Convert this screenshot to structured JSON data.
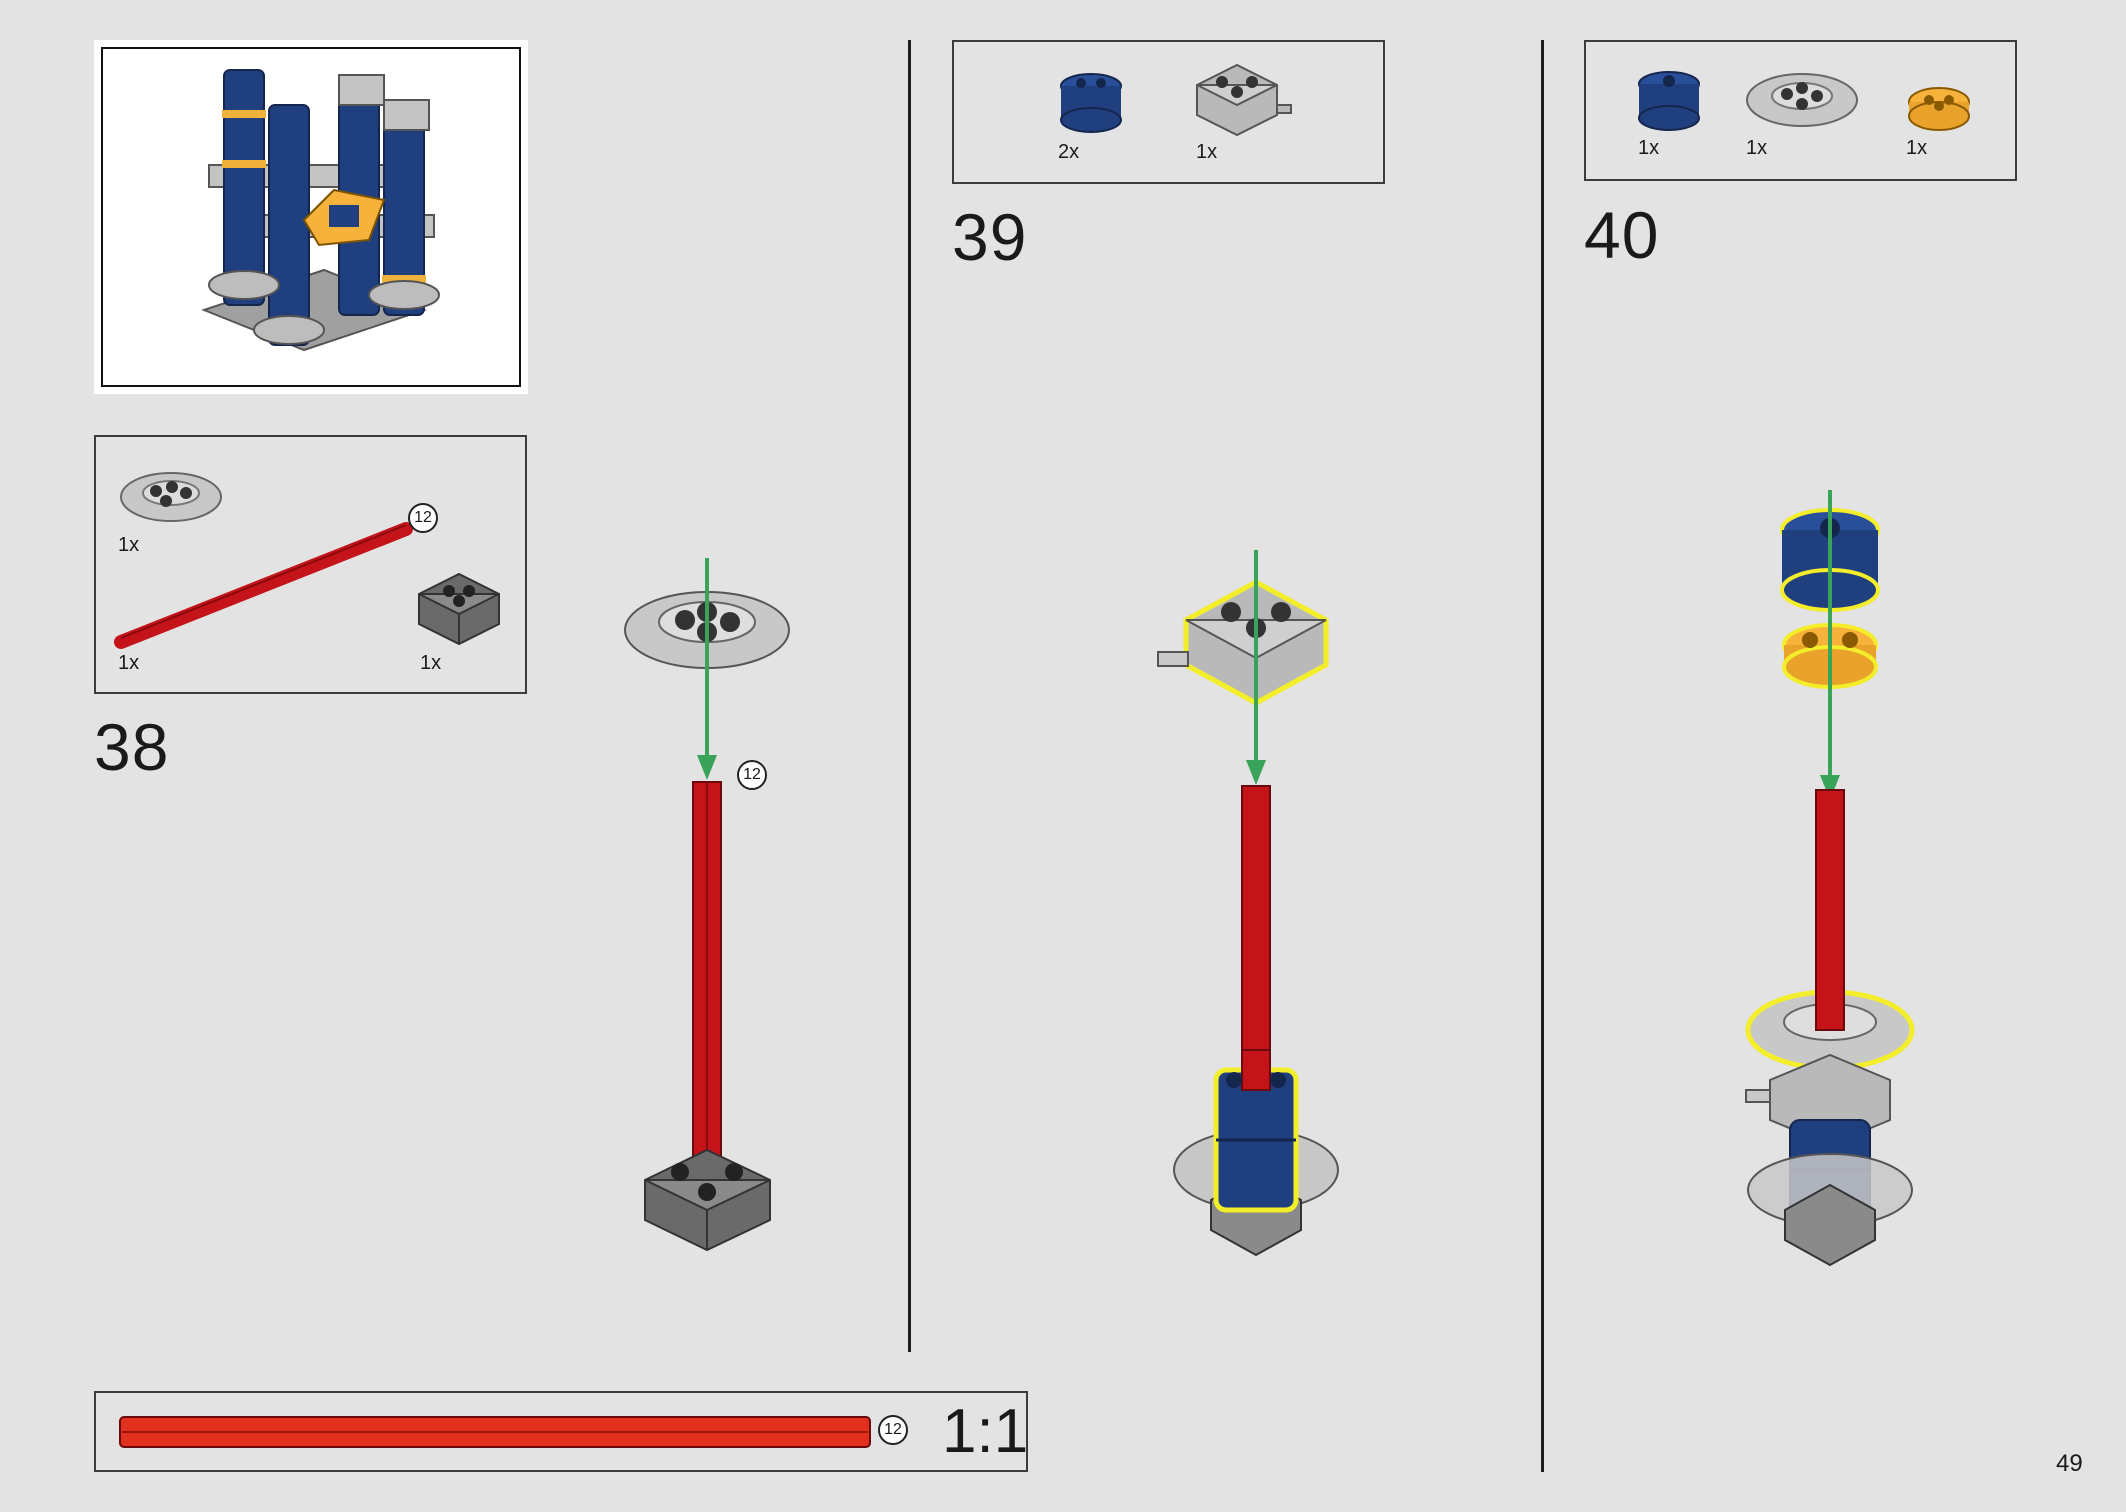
{
  "page_number": "49",
  "steps": [
    {
      "number": "38",
      "parts": [
        {
          "name": "round-lattice-plate",
          "qty": "1x"
        },
        {
          "name": "red-axle",
          "qty": "1x",
          "length": "12"
        },
        {
          "name": "dark-gray-square-brick",
          "qty": "1x"
        }
      ],
      "callout": "12"
    },
    {
      "number": "39",
      "parts": [
        {
          "name": "dark-blue-round-brick",
          "qty": "2x"
        },
        {
          "name": "light-gray-brick-with-pin",
          "qty": "1x"
        }
      ]
    },
    {
      "number": "40",
      "parts": [
        {
          "name": "dark-blue-round-brick",
          "qty": "1x"
        },
        {
          "name": "round-lattice-plate",
          "qty": "1x"
        },
        {
          "name": "yellow-round-plate",
          "qty": "1x"
        }
      ]
    }
  ],
  "scale_check": {
    "callout": "12",
    "label": "1:1"
  },
  "colors": {
    "background": "#e3e3e3",
    "dark_blue": "#1f3f7e",
    "red_axle": "#c4141a",
    "light_gray": "#b9b9b9",
    "dark_gray": "#6a6a6a",
    "yellow": "#f6b23a",
    "arrow_green": "#3aa35a",
    "highlight": "#f4ee2a"
  }
}
